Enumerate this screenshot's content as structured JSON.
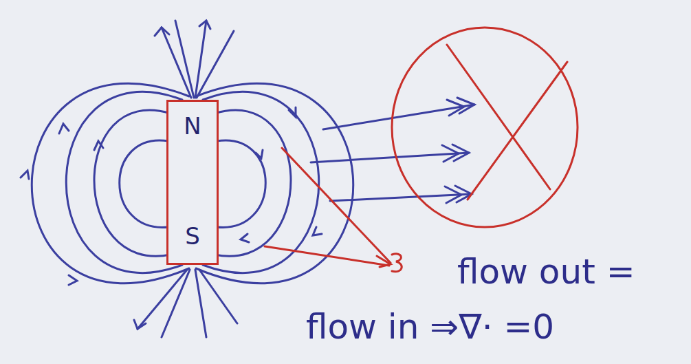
{
  "diagram": {
    "nodes": [
      {
        "text": [
          "N",
          "S"
        ]
      }
    ],
    "labels": [
      "flow out = flow in ⇒∇· =0"
    ]
  }
}
